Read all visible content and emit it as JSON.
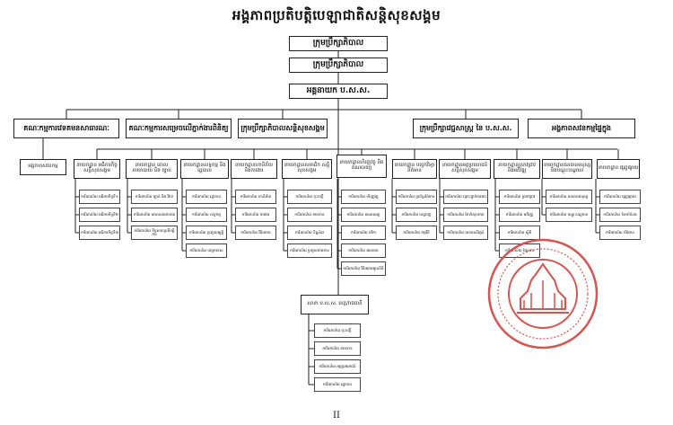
{
  "title": "អង្គភាពប្រតិបត្តិបេឡាជាតិសន្តិសុខសង្គម",
  "page_number": "II",
  "seal_color": "#d9534f",
  "line_color": "#222222",
  "nodes": {
    "board": "ក្រុមប្រឹក្សាភិបាល",
    "council": "ក្រុមប្រឹក្សាភិបាល",
    "dg": "អគ្គនាយក ប.ស.ស.",
    "committee_a": "គណៈកម្មការវេទគមនសាធារណៈ",
    "committee_b": "គណៈកម្មការសម្រេចលើភ្នាក់ងារពិនិត្យ",
    "council_c": "ក្រុមប្រឹក្សាភិបាលសន្តិសុខសង្គម",
    "council_d": "ក្រុមប្រឹក្សាវេជ្ជសាស្ត្រ នៃ ប.ស.ស.",
    "audit": "អង្គភាពសវនកម្មផ្ទៃក្នុង",
    "audit_sub": "អង្គភាពសវនកម្ម",
    "dept_insp": "នាយកដ្ឋាន អធិការកិច្ច សន្តិសុខសង្គម",
    "dept_policy": "នាយកដ្ឋាន គោលនយោបាយ និង ច្បាប់",
    "dept_proc": "នាយកដ្ឋានលទ្ធកម្ម និងរដ្ឋបាល",
    "dept_risk": "នាយកដ្ឋានហានិភ័យ និងការងារ",
    "dept_member": "នាយកដ្ឋានសមាជិក សន្តិសុខសង្គម",
    "dept_finance": "នាយកដ្ឋានហិរញ្ញវត្ថុ និងគណនេយ្យ",
    "dept_health": "នាយកដ្ឋាន បច្ចេកវិទ្យាព័ត៌មាន",
    "dept_benefit": "នាយកដ្ឋានអត្ថប្រយោជន៍ សន្តិសុខសង្គម",
    "dept_it": "នាយកដ្ឋានស្រាវជ្រាវ និងអភិវឌ្ឍ",
    "dept_hr": "នាយកដ្ឋានធនធានមនុស្ស និងបណ្តុះបណ្តាល",
    "dept_pub": "នាយកដ្ឋាន ផ្សព្វផ្សាយ",
    "branch": "សាខា ប.ស.ស. ខេត្ត/រាជធានី"
  },
  "units": {
    "c1": [
      "ការិយាល័យ អធិការកិច្ចទី១",
      "ការិយាល័យ អធិការកិច្ចទី២",
      "ការិយាល័យ អធិការកិច្ចទី៣"
    ],
    "c2": [
      "ការិយាល័យ ច្បាប់ និង វិវាទ",
      "ការិយាល័យ គោលនយោបាយ",
      "ការិយាល័យ កិច្ចសហប្រតិបត្តិការ"
    ],
    "c3": [
      "ការិយាល័យ រដ្ឋបាល",
      "ការិយាល័យ លទ្ធកម្ម",
      "ការិយាល័យ ទ្រព្យសម្បត្តិ",
      "ការិយាល័យ បច្ចេកទេស"
    ],
    "c4": [
      "ការិយាល័យ ហានិភ័យ",
      "ការិយាល័យ ការងារ",
      "ការិយាល័យ វិនិយោគ"
    ],
    "c5": [
      "ការិយាល័យ ចុះបញ្ជី",
      "ការិយាល័យ ភាគទាន",
      "ការិយាល័យ ទិន្នន័យ",
      "ការិយាល័យ ប្រមូលភាគទាន"
    ],
    "c6": [
      "ការិយាល័យ ហិរញ្ញវត្ថុ",
      "ការិយាល័យ គណនេយ្យ",
      "ការិយាល័យ ថវិកា",
      "ការិយាល័យ រតនាគារ",
      "ការិយាល័យ វិនិយោគមូលនិធិ"
    ],
    "c7": [
      "ការិយាល័យ ប្រព័ន្ធព័ត៌មាន",
      "ការិយាល័យ បណ្តាញ",
      "ការិយាល័យ កម្មវិធី"
    ],
    "c8": [
      "ការិយាល័យ គ្រោះថ្នាក់ការងារ",
      "ការិយាល័យ ថែទាំសុខភាព",
      "ការិយាល័យ សោធននិវត្តន៍"
    ],
    "c9": [
      "ការិយាល័យ ស្រាវជ្រាវ",
      "ការិយាល័យ អភិវឌ្ឍ",
      "ការិយាល័យ ស្ថិតិ",
      "ការិយាល័យ ផែនការ"
    ],
    "c10": [
      "ការិយាល័យ ធនធានមនុស្ស",
      "ការិយាល័យ បណ្តុះបណ្តាល"
    ],
    "c11": [
      "ការិយាល័យ ផ្សព្វផ្សាយ",
      "ការិយាល័យ ទំនាក់ទំនង",
      "ការិយាល័យ ព័ត៌មាន"
    ],
    "branch": [
      "ការិយាល័យ ចុះបញ្ជី",
      "ការិយាល័យ ភាគទាន",
      "ការិយាល័យ អត្ថប្រយោជន៍",
      "ការិយាល័យ រដ្ឋបាល"
    ]
  }
}
